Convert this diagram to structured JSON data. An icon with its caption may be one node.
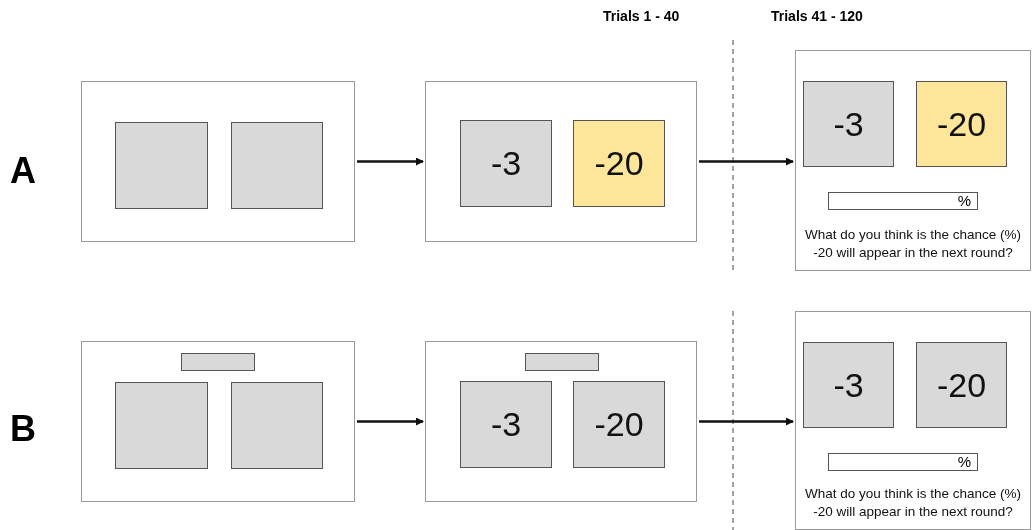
{
  "diagram": {
    "nodes": [
      {
        "text": [],
        "shape": "box"
      },
      {
        "text": [],
        "shape": "box",
        "in": 0
      },
      {
        "text": [],
        "shape": "box",
        "in": 0
      },
      {
        "text": [],
        "shape": "box"
      },
      {
        "text": [
          "-3"
        ],
        "in": 3
      },
      {
        "text": [
          "-20"
        ],
        "in": 3
      },
      {
        "text": [
          "What do you think is the chance (%) -20 will appear in the next round?"
        ]
      },
      {
        "text": [
          "-3"
        ],
        "in": 6
      },
      {
        "text": [
          "-20"
        ],
        "in": 6
      },
      {
        "text": [
          "%"
        ],
        "in": 6
      },
      {
        "text": [],
        "shape": "box"
      },
      {
        "text": [],
        "shape": "bar",
        "in": 10
      },
      {
        "text": [],
        "shape": "box",
        "in": 10
      },
      {
        "text": [],
        "shape": "box",
        "in": 10
      },
      {
        "text": [],
        "shape": "box"
      },
      {
        "text": [],
        "shape": "bar",
        "in": 14
      },
      {
        "text": [
          "-3"
        ],
        "in": 14
      },
      {
        "text": [
          "-20"
        ],
        "in": 14
      },
      {
        "text": [
          "What do you think is the chance (%) -20 will appear in the next round?"
        ]
      },
      {
        "text": [
          "-3"
        ],
        "in": 18
      },
      {
        "text": [
          "-20"
        ],
        "in": 18
      },
      {
        "text": [
          "%"
        ],
        "in": 18
      }
    ],
    "edges": [
      {
        "from": 0,
        "to": 3,
        "arrow": "to"
      },
      {
        "from": 3,
        "to": 6,
        "arrow": "to"
      },
      {
        "from": 10,
        "to": 14,
        "arrow": "to"
      },
      {
        "from": 14,
        "to": 18,
        "arrow": "to"
      }
    ],
    "labels": [
      "Trials 1 - 40",
      "Trials 41 - 120",
      "A",
      "B"
    ]
  }
}
